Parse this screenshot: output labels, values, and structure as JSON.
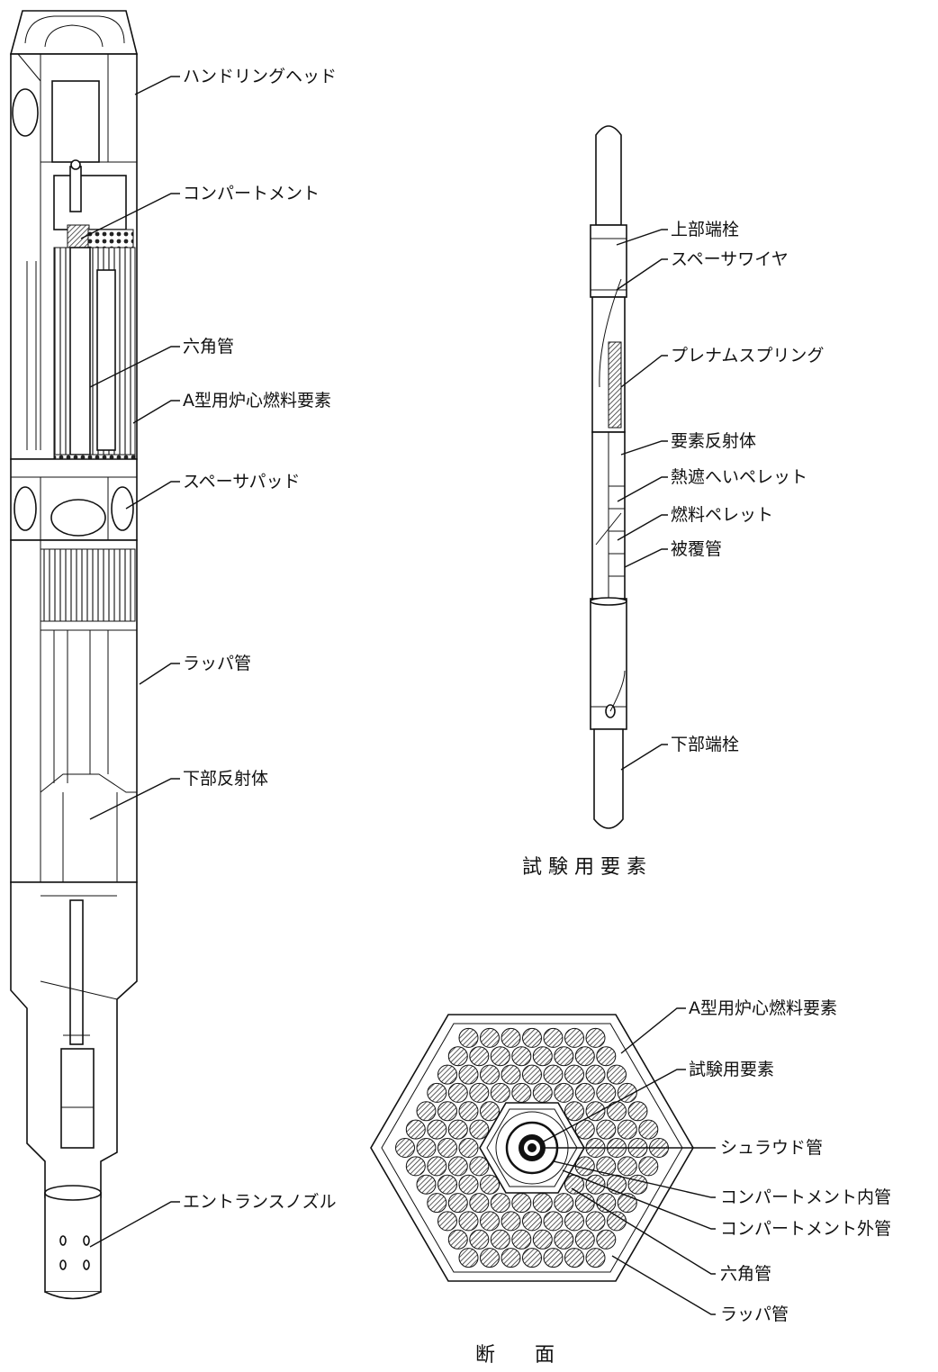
{
  "assembly_labels": {
    "handling_head": "ハンドリングヘッド",
    "compartment": "コンパートメント",
    "hex_tube": "六角管",
    "a_type_fuel": "A型用炉心燃料要素",
    "spacer_pad": "スペーサパッド",
    "wrapper_tube": "ラッパ管",
    "lower_reflector": "下部反射体",
    "entrance_nozzle": "エントランスノズル"
  },
  "element_labels": {
    "upper_end_plug": "上部端栓",
    "spacer_wire": "スペーサワイヤ",
    "plenum_spring": "プレナムスプリング",
    "element_reflector": "要素反射体",
    "insulator_pellet": "熱遮へいペレット",
    "fuel_pellet": "燃料ペレット",
    "cladding": "被覆管",
    "lower_end_plug": "下部端栓"
  },
  "element_caption": "試 験 用 要 素",
  "section_labels": {
    "a_type_fuel": "A型用炉心燃料要素",
    "test_element": "試験用要素",
    "shroud_tube": "シュラウド管",
    "compartment_inner": "コンパートメント内管",
    "compartment_outer": "コンパートメント外管",
    "hex_tube": "六角管",
    "wrapper_tube": "ラッパ管"
  },
  "section_caption": "断　　面"
}
